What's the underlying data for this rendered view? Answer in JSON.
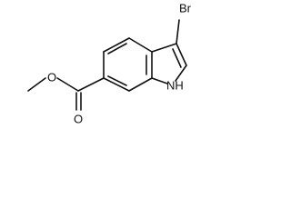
{
  "molecule": {
    "labels": {
      "bromine": "Br",
      "indole_nh": "NH",
      "ester_o_single": "O",
      "ester_o_double": "O"
    }
  }
}
